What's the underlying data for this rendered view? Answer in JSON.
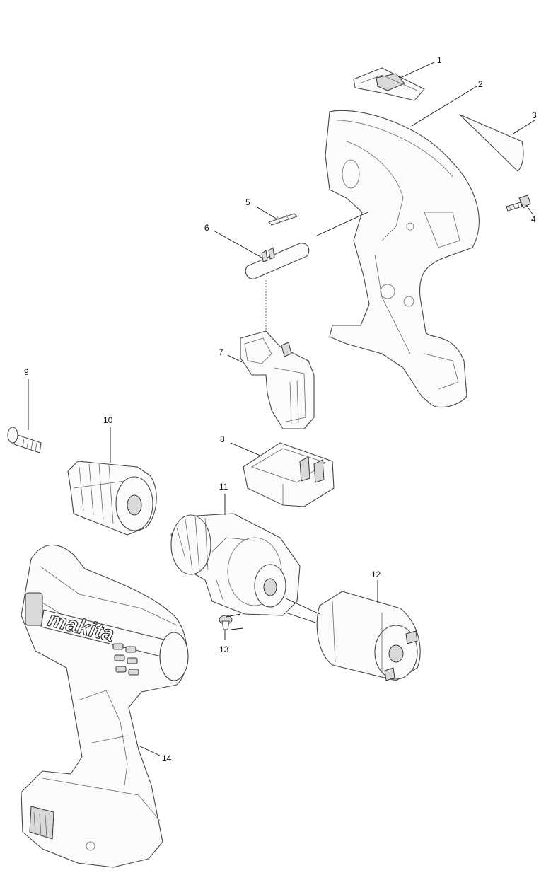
{
  "brand_logo_text": "makita",
  "callouts": [
    {
      "id": "1",
      "label": "1"
    },
    {
      "id": "2",
      "label": "2"
    },
    {
      "id": "3",
      "label": "3"
    },
    {
      "id": "4",
      "label": "4"
    },
    {
      "id": "5",
      "label": "5"
    },
    {
      "id": "6",
      "label": "6"
    },
    {
      "id": "7",
      "label": "7"
    },
    {
      "id": "8",
      "label": "8"
    },
    {
      "id": "9",
      "label": "9"
    },
    {
      "id": "10",
      "label": "10"
    },
    {
      "id": "11",
      "label": "11"
    },
    {
      "id": "12",
      "label": "12"
    },
    {
      "id": "13",
      "label": "13"
    },
    {
      "id": "14",
      "label": "14"
    }
  ]
}
